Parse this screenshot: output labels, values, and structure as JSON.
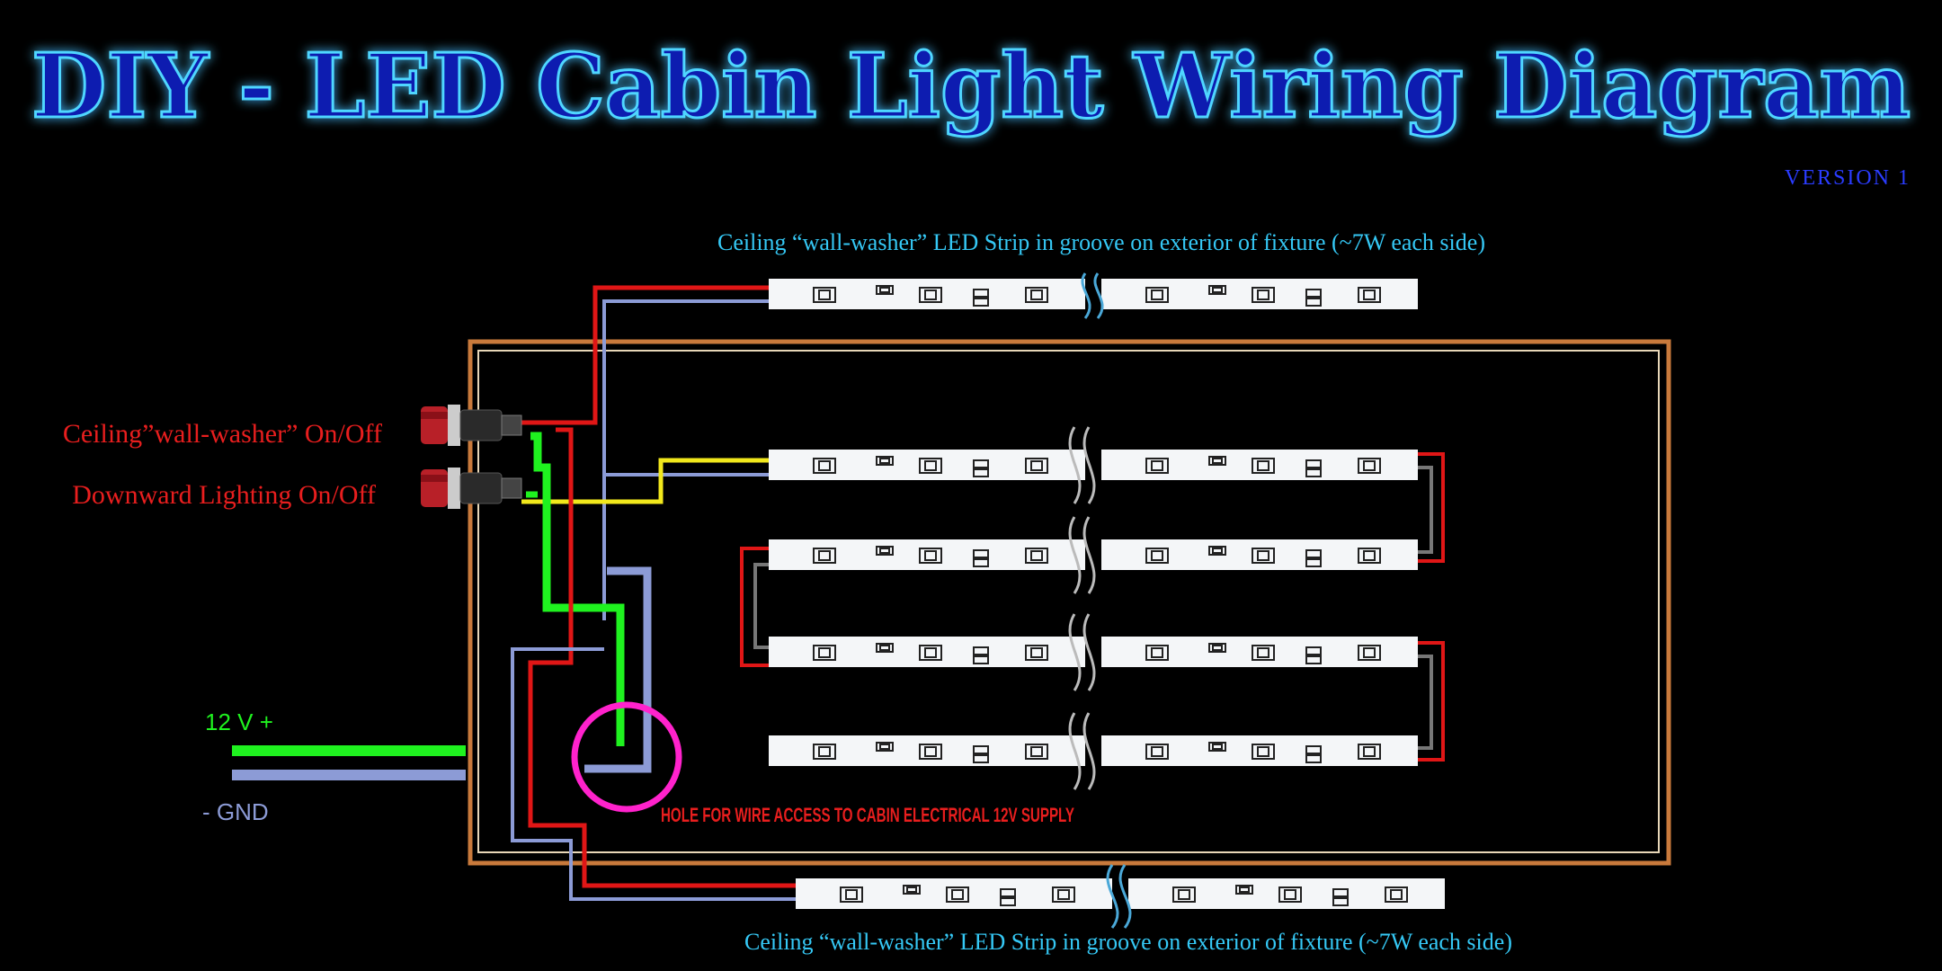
{
  "title": "DIY - LED Cabin Light Wiring Diagram",
  "version": "VERSION 1",
  "strip_top_label": "Ceiling “wall-washer” LED Strip in groove on exterior of fixture (~7W each side)",
  "strip_bottom_label": "Ceiling “wall-washer” LED Strip in groove on exterior of fixture (~7W each side)",
  "switch_ceiling_label": "Ceiling”wall-washer” On/Off",
  "switch_down_label": "Downward Lighting On/Off",
  "power_pos_label": "12 V +",
  "power_gnd_label": "- GND",
  "hole_label": "HOLE FOR WIRE ACCESS TO CABIN ELECTRICAL 12V SUPPLY",
  "colors": {
    "title_fill": "#0d1fb0",
    "title_stroke": "#4fd6ff",
    "title_glow": "#9b2cff",
    "cyan_label": "#35c8f5",
    "red_label": "#e81e1e",
    "green_wire": "#1ff21f",
    "gnd_wire": "#8c9bd6",
    "red_wire": "#e01616",
    "yellow_wire": "#f2e81c",
    "hole_ring": "#ff22cc",
    "frame": "#c97a3c",
    "version": "#2a3cff"
  }
}
